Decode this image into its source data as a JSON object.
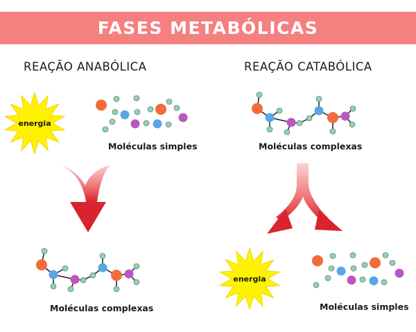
{
  "header": {
    "title": "FASES METABÓLICAS"
  },
  "anabolic": {
    "title": "REAÇÃO ANABÓLICA",
    "energy_label": "energia",
    "input_label": "Moléculas simples",
    "output_label": "Moléculas complexas"
  },
  "catabolic": {
    "title": "REAÇÃO CATABÓLICA",
    "input_label": "Moléculas complexas",
    "energy_label": "energia",
    "output_label": "Moléculas simples"
  },
  "colors": {
    "banner": "#f4807f",
    "energy_star": "#fff200",
    "arrow_dark": "#d9232e",
    "arrow_light": "#fbd3d3",
    "atom_orange": "#f26b3a",
    "atom_blue": "#5aa5e6",
    "atom_purple": "#b957c1",
    "atom_green": "#8fd3b6",
    "bond": "#1a1a1a"
  }
}
